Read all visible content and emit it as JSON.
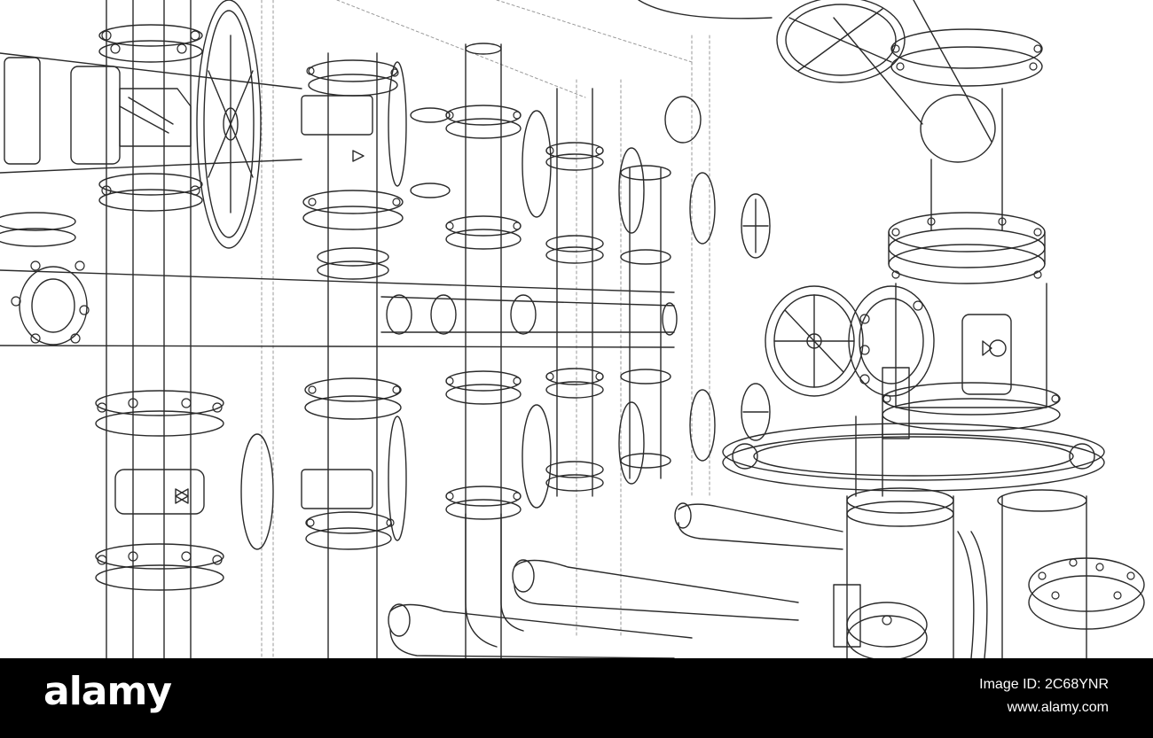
{
  "footer": {
    "brand": "alamy",
    "image_id": "Image ID: 2C68YNR",
    "site": "www.alamy.com"
  },
  "colors": {
    "line": "#2a2a2a",
    "background": "#ffffff",
    "footer_bg": "#000000",
    "footer_text": "#ffffff"
  },
  "drawing": {
    "subject": "wireframe pipeline with flanged valves and handwheels",
    "icons": [
      "handwheel-icon",
      "flange-icon",
      "bolt-icon",
      "valve-symbol-icon"
    ]
  }
}
